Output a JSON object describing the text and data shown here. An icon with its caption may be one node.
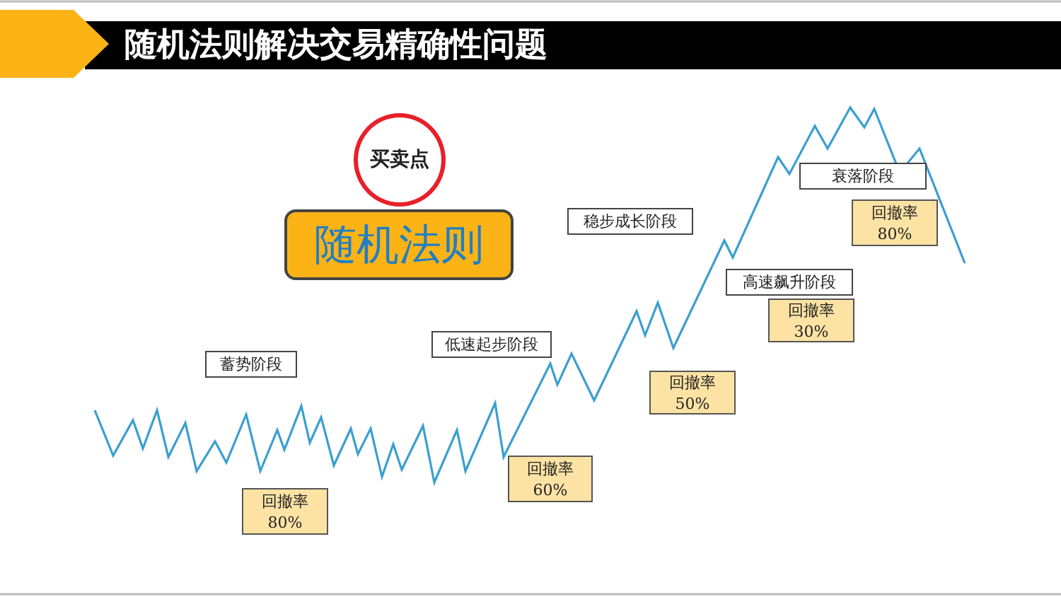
{
  "diagram": {
    "title": "随机法则解决交易精确性问题",
    "nodes": [
      {
        "text": [
          "买卖点"
        ]
      },
      {
        "text": [
          "随机法则"
        ]
      },
      {
        "text": [
          "衰落阶段"
        ]
      },
      {
        "text": [
          "回撤率",
          "80%"
        ]
      },
      {
        "text": [
          "稳步成长阶段"
        ]
      },
      {
        "text": [
          "高速飙升阶段"
        ]
      },
      {
        "text": [
          "回撤率",
          "30%"
        ]
      },
      {
        "text": [
          "低速起步阶段"
        ]
      },
      {
        "text": [
          "蓄势阶段"
        ]
      },
      {
        "text": [
          "回撤率",
          "50%"
        ]
      },
      {
        "text": [
          "回撤率",
          "60%"
        ]
      },
      {
        "text": [
          "回撤率",
          "80%"
        ]
      }
    ]
  }
}
